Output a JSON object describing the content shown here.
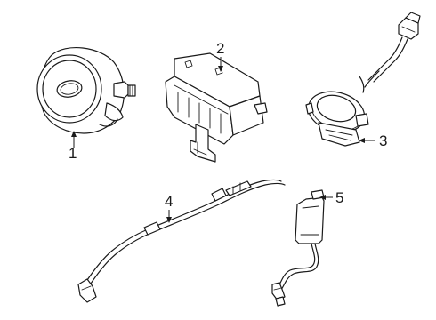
{
  "parts": [
    {
      "id": "1",
      "label": "1",
      "icon": "driver-airbag-module-icon"
    },
    {
      "id": "2",
      "label": "2",
      "icon": "passenger-airbag-module-icon"
    },
    {
      "id": "3",
      "label": "3",
      "icon": "clockspring-icon"
    },
    {
      "id": "4",
      "label": "4",
      "icon": "curtain-airbag-icon"
    },
    {
      "id": "5",
      "label": "5",
      "icon": "side-impact-sensor-icon"
    }
  ]
}
